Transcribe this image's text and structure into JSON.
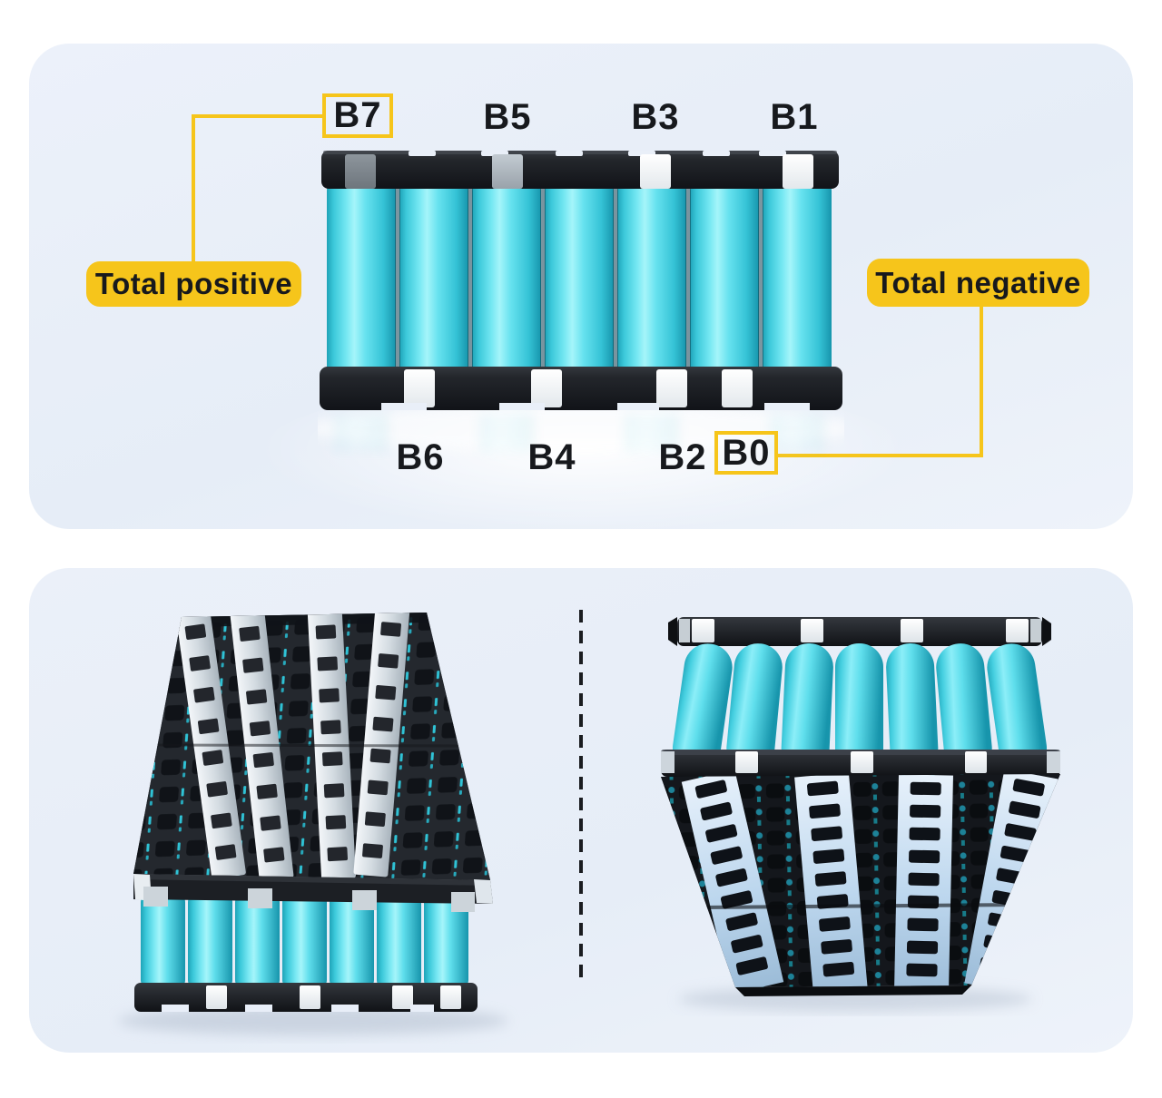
{
  "title": "Battery pack balance-lead wiring diagram",
  "colors": {
    "page_bg": "#ffffff",
    "panel_bg": "#e8eef7",
    "accent_yellow": "#f6c51b",
    "ink": "#17191d",
    "battery_cyan": "#3cd2e2",
    "battery_cyan_light": "#a5f5fa",
    "battery_cyan_deep": "#1795ac",
    "frame_black": "#1b1e23",
    "tab_white": "#f7fafc",
    "tab_silver": "#9aa2aa",
    "strip_silver": "#d6dde3",
    "strip_blue": "#bdd7ee"
  },
  "wiring_panel": {
    "top_labels": [
      {
        "text": "B7",
        "boxed": true
      },
      {
        "text": "B5",
        "boxed": false
      },
      {
        "text": "B3",
        "boxed": false
      },
      {
        "text": "B1",
        "boxed": false
      }
    ],
    "bottom_labels": [
      {
        "text": "B6",
        "boxed": false
      },
      {
        "text": "B4",
        "boxed": false
      },
      {
        "text": "B2",
        "boxed": false
      },
      {
        "text": "B0",
        "boxed": true
      }
    ],
    "callouts": {
      "positive": "Total positive",
      "negative": "Total negative"
    }
  }
}
